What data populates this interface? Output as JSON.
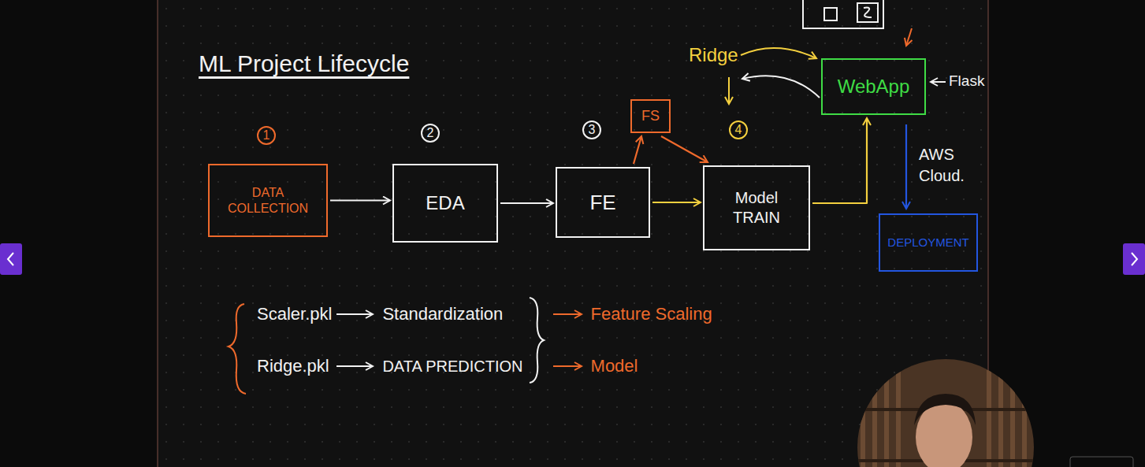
{
  "diagram": {
    "title": "ML Project Lifecycle",
    "nodes": [
      {
        "text": [
          "DATA COLLECTION"
        ]
      },
      {
        "text": [
          "EDA"
        ]
      },
      {
        "text": [
          "FE"
        ]
      },
      {
        "text": [
          "FS"
        ]
      },
      {
        "text": [
          "Model TRAIN"
        ]
      },
      {
        "text": [
          "WebApp"
        ]
      },
      {
        "text": [
          "DEPLOYMENT"
        ]
      }
    ],
    "edges": [
      {
        "from": 0,
        "to": 1,
        "arrow": "to"
      },
      {
        "from": 1,
        "to": 2,
        "arrow": "to"
      },
      {
        "from": 2,
        "to": 4,
        "arrow": "to"
      },
      {
        "from": 2,
        "to": 3,
        "arrow": "to"
      },
      {
        "from": 3,
        "to": 4,
        "arrow": "to"
      },
      {
        "from": 4,
        "to": 5,
        "arrow": "to"
      },
      {
        "from": 5,
        "to": 6,
        "arrow": "to",
        "label": "AWS Cloud."
      }
    ],
    "labels": [
      "1",
      "2",
      "3",
      "4",
      "Ridge",
      "Flask",
      "Scaler.pkl",
      "Standardization",
      "Feature Scaling",
      "Ridge.pkl",
      "DATA PREDICTION",
      "Model"
    ]
  }
}
